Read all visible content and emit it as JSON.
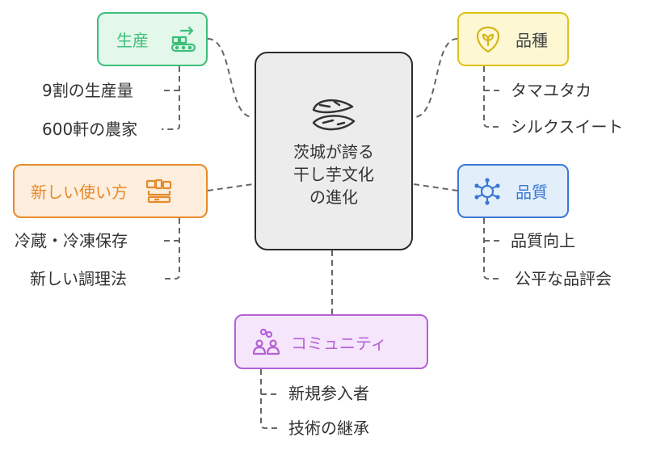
{
  "center": {
    "line1": "茨城が誇る",
    "line2": "干し芋文化",
    "line3": "の進化",
    "icon": "sweet-potato-icon"
  },
  "nodes": {
    "production": {
      "label": "生産",
      "icon": "conveyor-icon",
      "color": "#3dbf7a",
      "bg": "#e3f7ea",
      "items": [
        "9割の生産量",
        "600軒の農家"
      ]
    },
    "variety": {
      "label": "品種",
      "icon": "leaf-badge-icon",
      "color": "#e0c21a",
      "bg": "#fdf8d2",
      "items": [
        "タマユタカ",
        "シルクスイート"
      ]
    },
    "new_use": {
      "label": "新しい使い方",
      "icon": "devices-icon",
      "color": "#e58a2c",
      "bg": "#fdeedd",
      "items": [
        "冷蔵・冷凍保存",
        "新しい調理法"
      ]
    },
    "quality": {
      "label": "品質",
      "icon": "gear-network-icon",
      "color": "#3a78d4",
      "bg": "#e3eefb",
      "items": [
        "品質向上",
        "公平な品評会"
      ]
    },
    "community": {
      "label": "コミュニティ",
      "icon": "people-icon",
      "color": "#b560d6",
      "bg": "#f5e6fb",
      "items": [
        "新規参入者",
        "技術の継承"
      ]
    }
  }
}
